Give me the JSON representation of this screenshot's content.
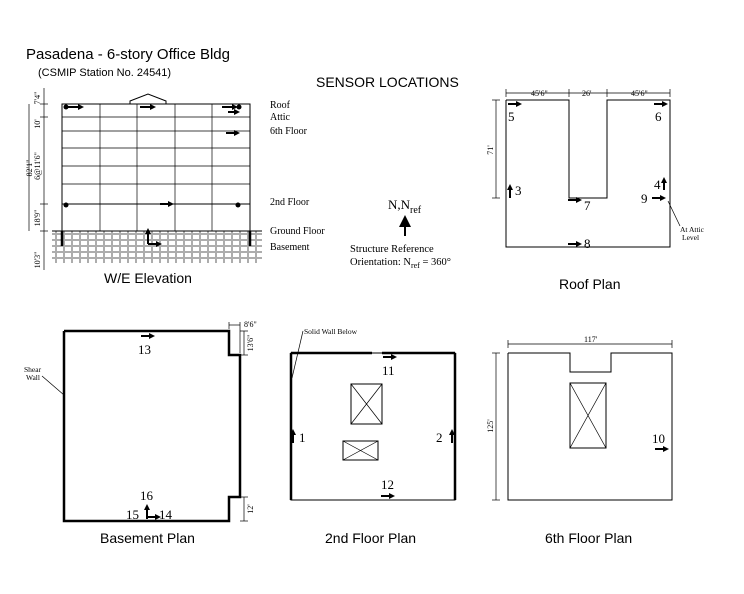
{
  "header": {
    "title": "Pasadena - 6-story Office Bldg",
    "station": "(CSMIP Station No. 24541)",
    "sensor_heading": "SENSOR LOCATIONS"
  },
  "elevation": {
    "caption": "W/E Elevation",
    "floors": [
      "Roof",
      "Attic",
      "6th Floor",
      "2nd Floor",
      "Ground Floor",
      "Basement"
    ],
    "dims": [
      "7'4\"",
      "10'",
      "6@11'6\"",
      "82'1\"",
      "18'9\"",
      "10'3\""
    ]
  },
  "orientation": {
    "label_n": "N,N",
    "label_ref": "ref",
    "line1": "Structure Reference",
    "line2_prefix": "Orientation: N",
    "line2_sub": "ref",
    "line2_suffix": " = 360°"
  },
  "roof_plan": {
    "caption": "Roof Plan",
    "dims": [
      "45'6\"",
      "26'",
      "45'6\"",
      "71'"
    ],
    "attic_note_1": "At Attic",
    "attic_note_2": "Level",
    "sensors": [
      "5",
      "6",
      "3",
      "4",
      "9",
      "7",
      "8"
    ]
  },
  "basement_plan": {
    "caption": "Basement Plan",
    "shear_1": "Shear",
    "shear_2": "Wall",
    "dims": [
      "8'6\"",
      "13'6\"",
      "12'"
    ],
    "sensors": [
      "13",
      "16",
      "15",
      "14"
    ]
  },
  "second_floor_plan": {
    "caption": "2nd Floor Plan",
    "note": "Solid Wall Below",
    "sensors": [
      "11",
      "1",
      "2",
      "12"
    ]
  },
  "sixth_floor_plan": {
    "caption": "6th Floor Plan",
    "dims": [
      "117'",
      "125'"
    ],
    "sensors": [
      "10"
    ]
  }
}
